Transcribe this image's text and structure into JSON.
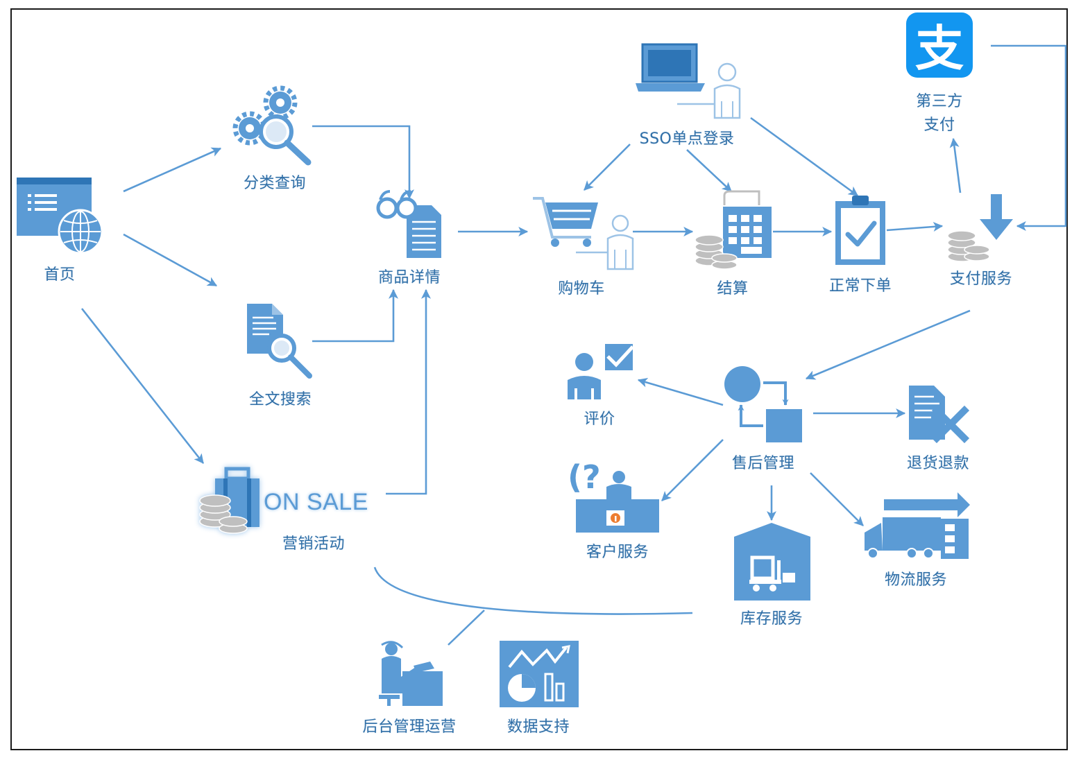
{
  "colors": {
    "primary": "#5b9bd5",
    "dark": "#2e75b6",
    "text": "#2f6ea6",
    "alipay": "#1296f0"
  },
  "nodes": {
    "home": {
      "label": "首页",
      "icon": "browser-globe-icon"
    },
    "category": {
      "label": "分类查询",
      "icon": "gears-magnifier-icon"
    },
    "fulltext": {
      "label": "全文搜索",
      "icon": "document-search-icon"
    },
    "product": {
      "label": "商品详情",
      "icon": "glasses-document-icon"
    },
    "marketing": {
      "label": "营销活动",
      "badge": "ON SALE",
      "icon": "suitcase-coins-icon"
    },
    "sso": {
      "label": "SSO单点登录",
      "icon": "laptop-user-icon"
    },
    "cart": {
      "label": "购物车",
      "icon": "cart-user-icon"
    },
    "settle": {
      "label": "结算",
      "icon": "calculator-coins-icon"
    },
    "order": {
      "label": "正常下单",
      "icon": "clipboard-check-icon"
    },
    "pay": {
      "label": "支付服务",
      "icon": "coins-down-arrow-icon"
    },
    "alipay": {
      "label_line1": "第三方",
      "label_line2": "支付",
      "logo_char": "支",
      "icon": "alipay-logo"
    },
    "review": {
      "label": "评价",
      "icon": "user-checkmark-icon"
    },
    "aftersale": {
      "label": "售后管理",
      "icon": "cycle-process-icon"
    },
    "refund": {
      "label": "退货退款",
      "icon": "document-x-icon"
    },
    "cs": {
      "label": "客户服务",
      "icon": "help-desk-icon"
    },
    "logistics": {
      "label": "物流服务",
      "icon": "truck-arrow-icon"
    },
    "inventory": {
      "label": "库存服务",
      "icon": "warehouse-forklift-icon"
    },
    "admin": {
      "label": "后台管理运营",
      "icon": "desk-worker-icon"
    },
    "data": {
      "label": "数据支持",
      "icon": "analytics-chart-icon"
    }
  }
}
